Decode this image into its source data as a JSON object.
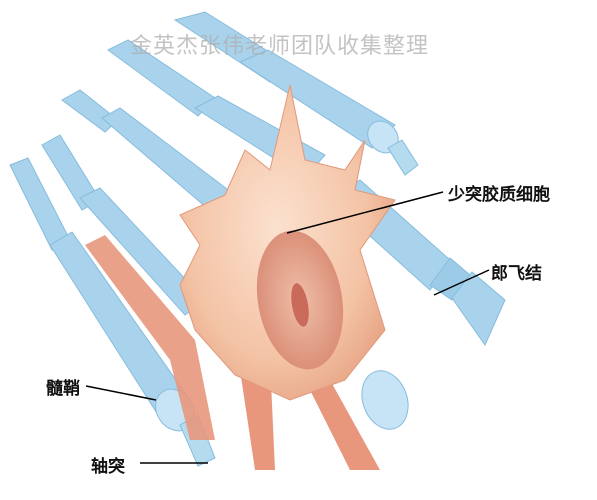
{
  "watermark": "金英杰张伟老师团队收集整理",
  "labels": {
    "oligodendrocyte": "少突胶质细胞",
    "node_of_ranvier": "郎飞结",
    "myelin_sheath": "髓鞘",
    "axon": "轴突"
  },
  "colors": {
    "sheath_fill": "#a9d3ec",
    "sheath_edge": "#86bcdc",
    "cell_body": "#f4c3a5",
    "cell_process": "#e8977d",
    "nucleus": "#e3a48e",
    "nucleolus": "#c96a5a",
    "leader_line": "#000000"
  }
}
